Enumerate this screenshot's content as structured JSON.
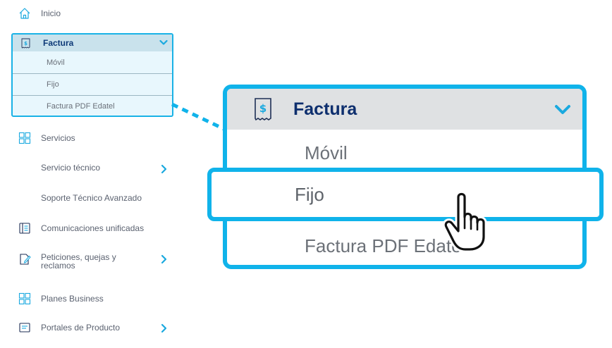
{
  "sidebar": {
    "inicio": "Inicio",
    "factura": {
      "label": "Factura",
      "items": [
        "Móvil",
        "Fijo",
        "Factura PDF Edatel"
      ]
    },
    "servicios": "Servicios",
    "servicio_tecnico": "Servicio técnico",
    "soporte": "Soporte Técnico Avanzado",
    "comunicaciones": "Comunicaciones unificadas",
    "peticiones_line1": "Peticiones, quejas y",
    "peticiones_line2": "reclamos",
    "planes": "Planes Business",
    "portales": "Portales de Producto"
  },
  "zoom": {
    "title": "Factura",
    "items": [
      "Móvil",
      "Fijo",
      "Factura PDF Edatel"
    ]
  },
  "colors": {
    "accent": "#10b3ea",
    "navy": "#0e2f6e",
    "text": "#5b6270"
  },
  "icons": {
    "inicio": "home-icon",
    "factura": "receipt-icon",
    "servicios": "grid-icon",
    "comunicaciones": "document-icon",
    "peticiones": "edit-document-icon",
    "planes": "grid-icon",
    "portales": "card-icon",
    "pointer": "hand-pointer-icon"
  }
}
